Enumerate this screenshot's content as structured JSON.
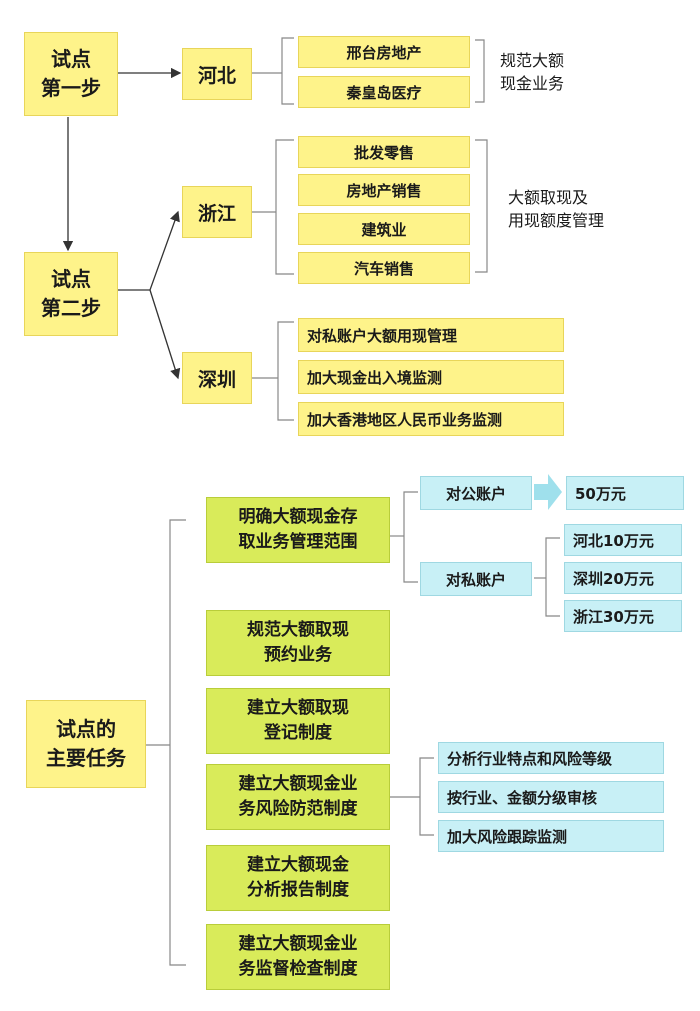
{
  "stages": {
    "step1": "试点\n第一步",
    "step2": "试点\n第二步"
  },
  "regions": {
    "hebei": "河北",
    "zhejiang": "浙江",
    "shenzhen": "深圳"
  },
  "hebei_items": [
    "邢台房地产",
    "秦皇岛医疗"
  ],
  "hebei_note": "规范大额\n现金业务",
  "zhejiang_items": [
    "批发零售",
    "房地产销售",
    "建筑业",
    "汽车销售"
  ],
  "zhejiang_note": "大额取现及\n用现额度管理",
  "shenzhen_items": [
    "对私账户大额用现管理",
    "加大现金出入境监测",
    "加大香港地区人民币业务监测"
  ],
  "main_task": "试点的\n主要任务",
  "tasks": [
    "明确大额现金存\n取业务管理范围",
    "规范大额取现\n预约业务",
    "建立大额取现\n登记制度",
    "建立大额现金业\n务风险防范制度",
    "建立大额现金\n分析报告制度",
    "建立大额现金业\n务监督检查制度"
  ],
  "accounts": {
    "corporate": "对公账户",
    "corporate_limit": "50万元",
    "personal": "对私账户",
    "personal_limits": [
      "河北10万元",
      "深圳20万元",
      "浙江30万元"
    ]
  },
  "risk_items": [
    "分析行业特点和风险等级",
    "按行业、金额分级审核",
    "加大风险跟踪监测"
  ],
  "colors": {
    "yellow_box": "#fef38a",
    "green_box": "#d9eb5a",
    "cyan_box": "#c8f0f6",
    "arrow": "#9fe0ec"
  }
}
